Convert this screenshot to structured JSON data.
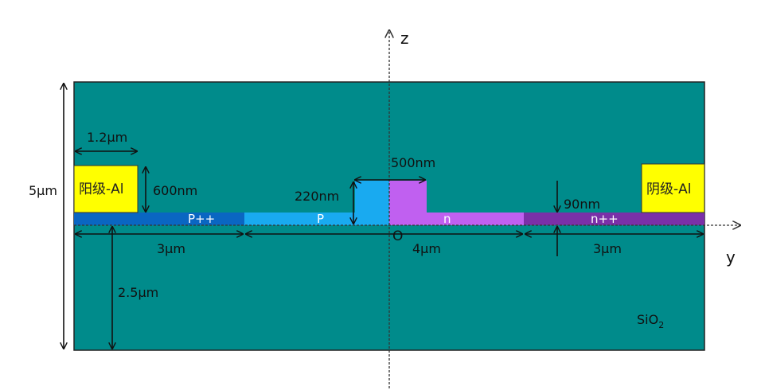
{
  "colors": {
    "oxide": "#008b8b",
    "p_plus_plus": "#0a66c2",
    "p": "#19aaf0",
    "n": "#c060f0",
    "n_plus_plus": "#7a30a8",
    "electrode": "#ffff00"
  },
  "axes": {
    "z_label": "z",
    "y_label": "y",
    "origin_label": "O"
  },
  "regions": {
    "p_plus_plus": "P++",
    "p": "P",
    "n": "n",
    "n_plus_plus": "n++",
    "cladding": "SiO",
    "cladding_sub": "2"
  },
  "electrodes": {
    "left": "阳级-Al",
    "right": "阴级-Al"
  },
  "dimensions": {
    "total_height": "5μm",
    "electrode_width": "1.2μm",
    "electrode_height": "600nm",
    "rib_width": "500nm",
    "rib_height": "220nm",
    "slab_height": "90nm",
    "p_plus_plus_width": "3μm",
    "core_doped_width": "4μm",
    "n_plus_plus_width": "3μm",
    "bottom_oxide": "2.5μm"
  }
}
